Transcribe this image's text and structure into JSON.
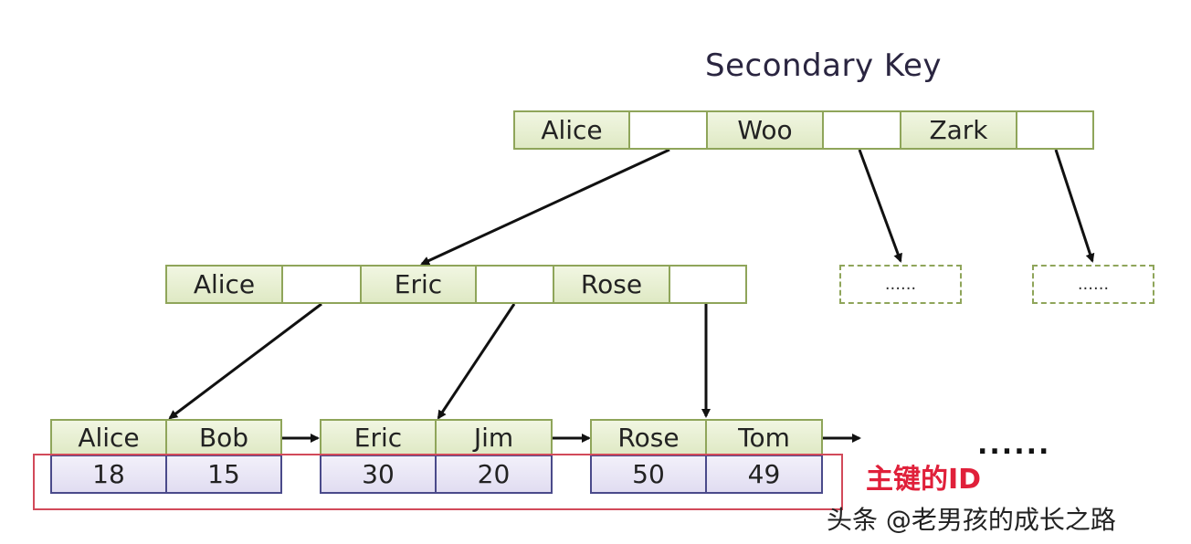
{
  "title": "Secondary Key",
  "root": [
    "Alice",
    "Woo",
    "Zark"
  ],
  "level2": [
    "Alice",
    "Eric",
    "Rose"
  ],
  "placeholders": [
    "......",
    "......"
  ],
  "leaves": [
    {
      "keys": [
        "Alice",
        "Bob"
      ],
      "ids": [
        "18",
        "15"
      ]
    },
    {
      "keys": [
        "Eric",
        "Jim"
      ],
      "ids": [
        "30",
        "20"
      ]
    },
    {
      "keys": [
        "Rose",
        "Tom"
      ],
      "ids": [
        "50",
        "49"
      ]
    }
  ],
  "leaf_continuation": "......",
  "primary_key_label": "主键的ID",
  "watermark": "头条 @老男孩的成长之路",
  "colors": {
    "key_border": "#8fa55a",
    "value_border": "#4a4a8a",
    "highlight": "#e0203a"
  }
}
